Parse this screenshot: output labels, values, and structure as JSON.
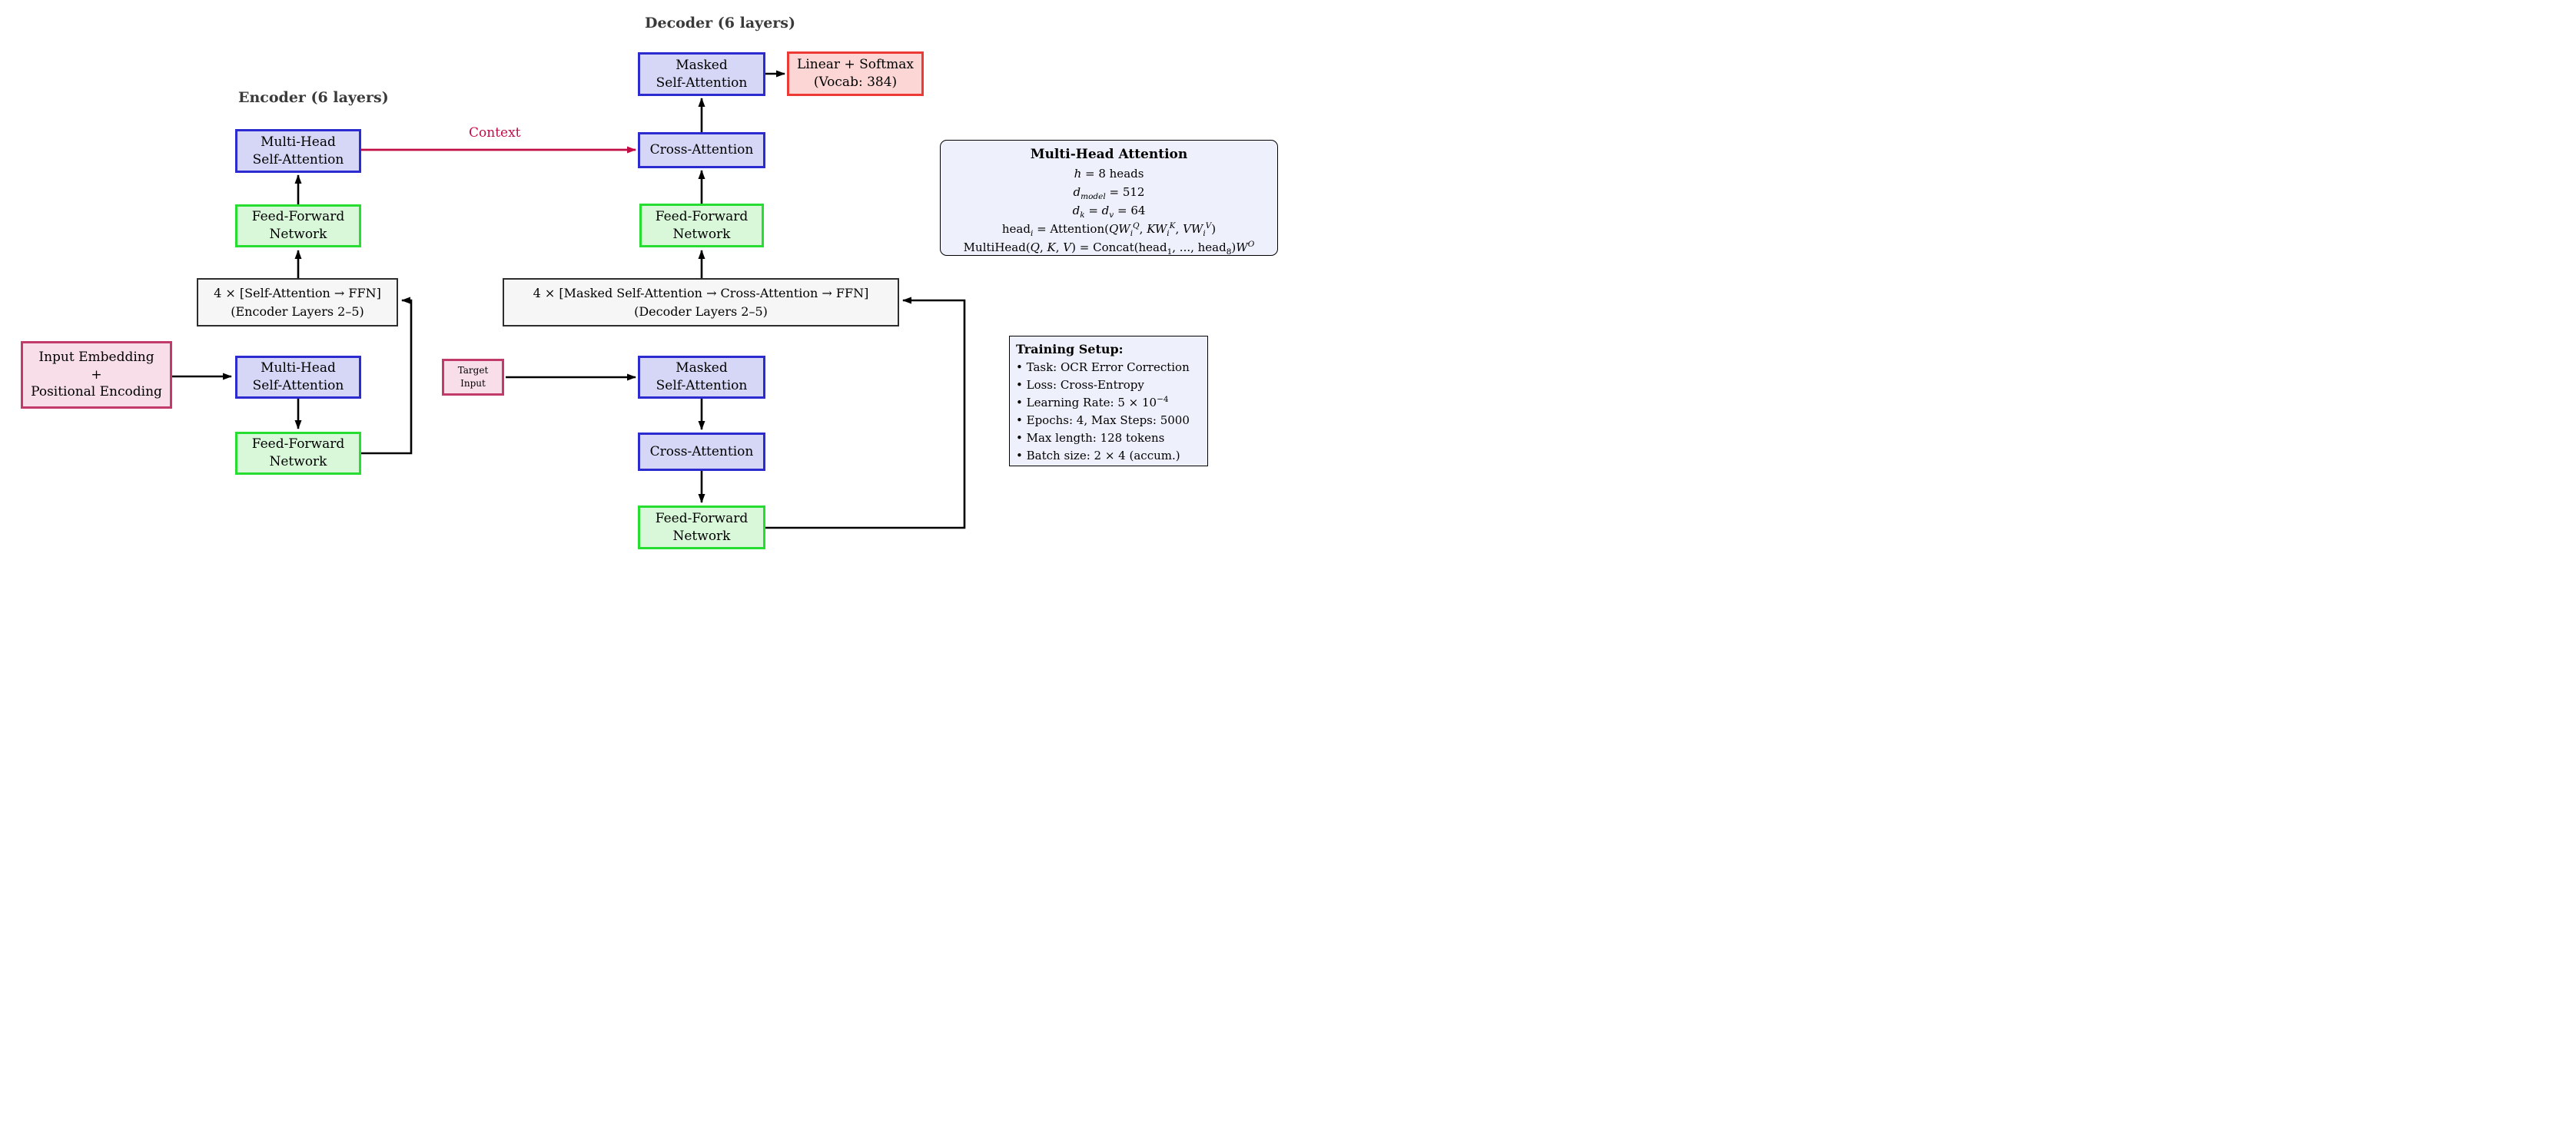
{
  "colors": {
    "blue-border": "#2b2bd0",
    "blue-fill": "#d6d6f6",
    "green-border": "#27dd32",
    "green-fill": "#d9f8d9",
    "red-border": "#ee3a35",
    "red-fill": "#fcd6d4",
    "pink-border": "#c23a69",
    "pink-fill": "#f8dee8",
    "gray-border": "#2d2d2d",
    "gray-fill": "#f6f6f6",
    "panel-fill": "#eef0fb",
    "panel-border": "#000000",
    "context": "#c00d45",
    "arrow": "#000000",
    "label": "#3a3a3a"
  },
  "titles": {
    "encoder": "Encoder (6 layers)",
    "decoder": "Decoder (6 layers)"
  },
  "encoder": {
    "mhsa_top": "Multi-Head\nSelf-Attention",
    "ffn_top": "Feed-Forward\nNetwork",
    "repeat_line1": "4 × [Self-Attention → FFN]",
    "repeat_line2": "(Encoder Layers 2–5)",
    "mhsa_bottom": "Multi-Head\nSelf-Attention",
    "ffn_bottom": "Feed-Forward\nNetwork",
    "input": "Input Embedding\n+\nPositional Encoding"
  },
  "decoder": {
    "masked_top": "Masked\nSelf-Attention",
    "output": "Linear + Softmax\n(Vocab: 384)",
    "cross_top": "Cross-Attention",
    "ffn_top": "Feed-Forward\nNetwork",
    "repeat_line1": "4 × [Masked Self-Attention → Cross-Attention → FFN]",
    "repeat_line2": "(Decoder Layers 2–5)",
    "target_input": "Target\nInput",
    "masked_bottom": "Masked\nSelf-Attention",
    "cross_bottom": "Cross-Attention",
    "ffn_bottom": "Feed-Forward\nNetwork"
  },
  "context_label": "Context",
  "mha_panel": {
    "title": "Multi-Head Attention",
    "lines_html": [
      "<i>h</i> = 8 heads",
      "<i>d</i><sub><i>model</i></sub> = 512",
      "<i>d</i><sub><i>k</i></sub> = <i>d</i><sub><i>v</i></sub> = 64",
      "head<sub><i>i</i></sub> = Attention(<i>QW</i><sub><i>i</i></sub><sup><i>Q</i></sup>, <i>KW</i><sub><i>i</i></sub><sup><i>K</i></sup>, <i>VW</i><sub><i>i</i></sub><sup><i>V</i></sup>)",
      "MultiHead(<i>Q</i>, <i>K</i>, <i>V</i>) = Concat(head<sub>1</sub>, ..., head<sub>8</sub>)<i>W</i><sup><i>O</i></sup>"
    ]
  },
  "training_panel": {
    "title": "Training Setup:",
    "items_html": [
      "• Task: OCR Error Correction",
      "• Loss: Cross-Entropy",
      "• Learning Rate: 5 × 10<sup>−4</sup>",
      "• Epochs: 4, Max Steps: 5000",
      "• Max length: 128 tokens",
      "• Batch size: 2 × 4 (accum.)"
    ]
  }
}
